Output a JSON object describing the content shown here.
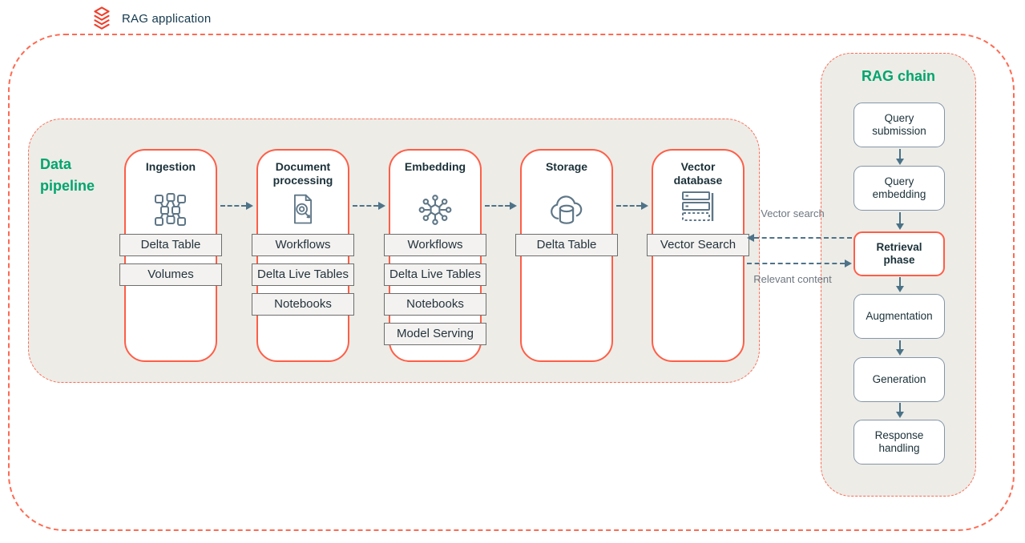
{
  "header": {
    "logo_icon": "stacked-layers-logo",
    "title": "RAG application"
  },
  "pipeline": {
    "title": "Data pipeline",
    "stages": [
      {
        "title": "Ingestion",
        "icon": "grid-nodes-icon",
        "labels": [
          "Delta Table",
          "Volumes"
        ]
      },
      {
        "title": "Document processing",
        "icon": "document-search-icon",
        "labels": [
          "Workflows",
          "Delta Live Tables",
          "Notebooks"
        ]
      },
      {
        "title": "Embedding",
        "icon": "neural-network-icon",
        "labels": [
          "Workflows",
          "Delta Live Tables",
          "Notebooks",
          "Model Serving"
        ]
      },
      {
        "title": "Storage",
        "icon": "cloud-database-icon",
        "labels": [
          "Delta Table"
        ]
      },
      {
        "title": "Vector database",
        "icon": "server-stack-icon",
        "labels": [
          "Vector Search"
        ]
      }
    ]
  },
  "chain": {
    "title": "RAG chain",
    "steps": [
      {
        "label": "Query submission",
        "highlighted": false
      },
      {
        "label": "Query embedding",
        "highlighted": false
      },
      {
        "label": "Retrieval phase",
        "highlighted": true
      },
      {
        "label": "Augmentation",
        "highlighted": false
      },
      {
        "label": "Generation",
        "highlighted": false
      },
      {
        "label": "Response handling",
        "highlighted": false
      }
    ]
  },
  "connections": {
    "vector_search_label": "Vector search",
    "relevant_content_label": "Relevant content"
  },
  "colors": {
    "coral_accent": "#FF5E47",
    "green_accent": "#00A56E",
    "slate_arrow": "#4E7389",
    "navy_text": "#1B3139",
    "beige_panel": "#EDECE7",
    "muted_label": "#6E7781"
  }
}
